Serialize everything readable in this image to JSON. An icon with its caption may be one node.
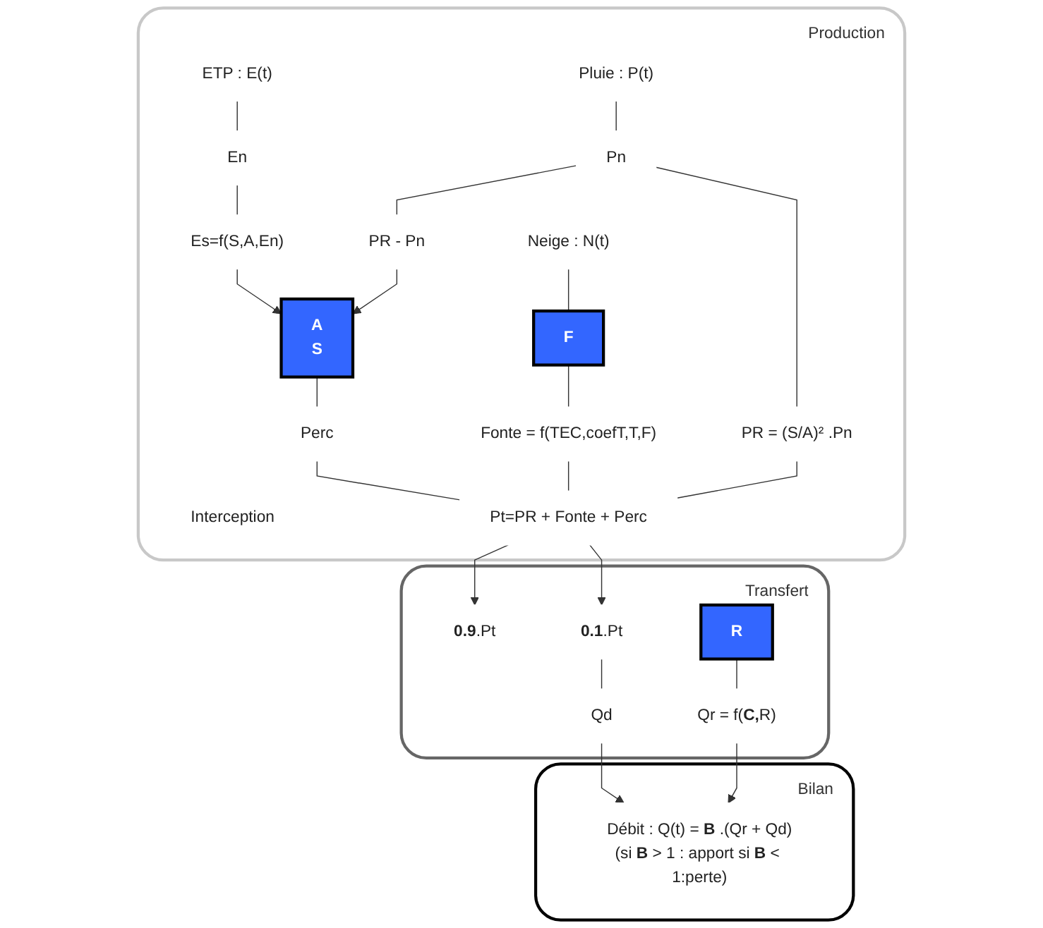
{
  "diagram": {
    "nodes": [
      {
        "text": [
          "Production"
        ]
      },
      {
        "text": [
          "ETP : E(t)"
        ],
        "in": 0
      },
      {
        "text": [
          "Pluie : P(t)"
        ],
        "in": 0
      },
      {
        "text": [
          "Interception"
        ],
        "in": 0
      },
      {
        "text": [
          "En"
        ],
        "in": 0
      },
      {
        "text": [
          "Es=f(S,A,En)"
        ],
        "in": 0
      },
      {
        "text": [
          "Pn"
        ],
        "in": 0
      },
      {
        "text": [
          "PR - Pn"
        ],
        "in": 0
      },
      {
        "text": [
          "PR = (S/A)² .Pn"
        ],
        "in": 0
      },
      {
        "text": [
          "A",
          "S"
        ],
        "in": 0
      },
      {
        "text": [
          "Perc"
        ],
        "in": 0
      },
      {
        "text": [
          "Neige : N(t)"
        ],
        "in": 0
      },
      {
        "text": [
          "F"
        ],
        "in": 0
      },
      {
        "text": [
          "Fonte = f(TEC,coefT,T,F)"
        ],
        "in": 0
      },
      {
        "text": [
          "Pt=PR + Fonte + Perc"
        ],
        "in": 0
      },
      {
        "text": [
          "Transfert"
        ]
      },
      {
        "text": [
          "**0.9**.Pt"
        ],
        "in": 15
      },
      {
        "text": [
          "**0.1**.Pt"
        ],
        "in": 15
      },
      {
        "text": [
          "R"
        ],
        "in": 15
      },
      {
        "text": [
          "Qr = f(**C,**R)"
        ],
        "in": 15
      },
      {
        "text": [
          "Qd"
        ],
        "in": 15
      },
      {
        "text": [
          "Bilan"
        ]
      },
      {
        "text": [
          "Débit : Q(t) = **B** .(Qr + Qd)",
          "(si **B** > 1 : apport si **B** < 1:perte)"
        ],
        "in": 21
      }
    ],
    "edges": [
      {
        "from": 1,
        "to": 4,
        "arrow": "none"
      },
      {
        "from": 4,
        "to": 5,
        "arrow": "none"
      },
      {
        "from": 5,
        "to": 9,
        "arrow": "to"
      },
      {
        "from": 2,
        "to": 6,
        "arrow": "none"
      },
      {
        "from": 6,
        "to": 7,
        "arrow": "none"
      },
      {
        "from": 6,
        "to": 8,
        "arrow": "none"
      },
      {
        "from": 7,
        "to": 9,
        "arrow": "to"
      },
      {
        "from": 11,
        "to": 12,
        "arrow": "none"
      },
      {
        "from": 12,
        "to": 13,
        "arrow": "none"
      },
      {
        "from": 8,
        "to": 14,
        "arrow": "none"
      },
      {
        "from": 13,
        "to": 14,
        "arrow": "none"
      },
      {
        "from": 9,
        "to": 10,
        "arrow": "none"
      },
      {
        "from": 10,
        "to": 14,
        "arrow": "none"
      },
      {
        "from": 14,
        "to": 16,
        "arrow": "to"
      },
      {
        "from": 14,
        "to": 17,
        "arrow": "to"
      },
      {
        "from": 18,
        "to": 19,
        "arrow": "none"
      },
      {
        "from": 17,
        "to": 20,
        "arrow": "none"
      },
      {
        "from": 19,
        "to": 22,
        "arrow": "to"
      },
      {
        "from": 20,
        "to": 22,
        "arrow": "to"
      }
    ]
  }
}
